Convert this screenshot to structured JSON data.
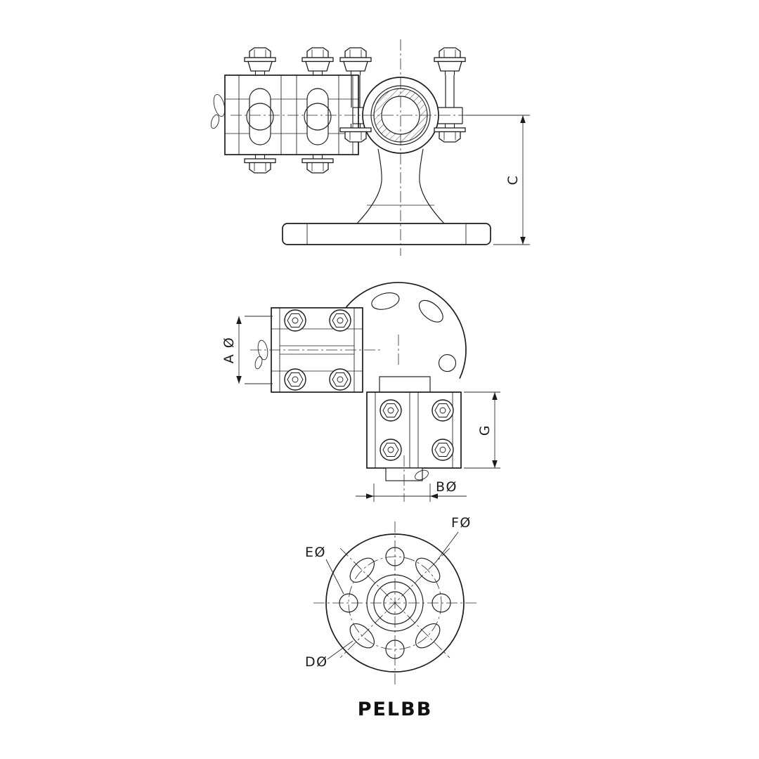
{
  "page": {
    "background": "#ffffff",
    "line_color": "#1c1c1c"
  },
  "drawing": {
    "title": "PELBB",
    "views": {
      "front": {
        "labels": {
          "c": "C"
        }
      },
      "side": {
        "labels": {
          "a": "A Ø",
          "g": "G",
          "b": "BØ"
        }
      },
      "flange": {
        "labels": {
          "f": "FØ",
          "e": "EØ",
          "d": "DØ"
        }
      }
    }
  }
}
